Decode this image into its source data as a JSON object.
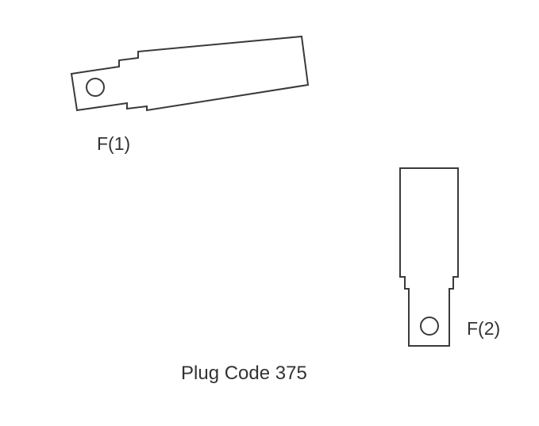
{
  "terminals": [
    {
      "label": "F(1)"
    },
    {
      "label": "F(2)"
    }
  ],
  "caption": "Plug Code 375",
  "colors": {
    "line": "#3a3a3a",
    "text": "#333333",
    "background": "#ffffff"
  }
}
